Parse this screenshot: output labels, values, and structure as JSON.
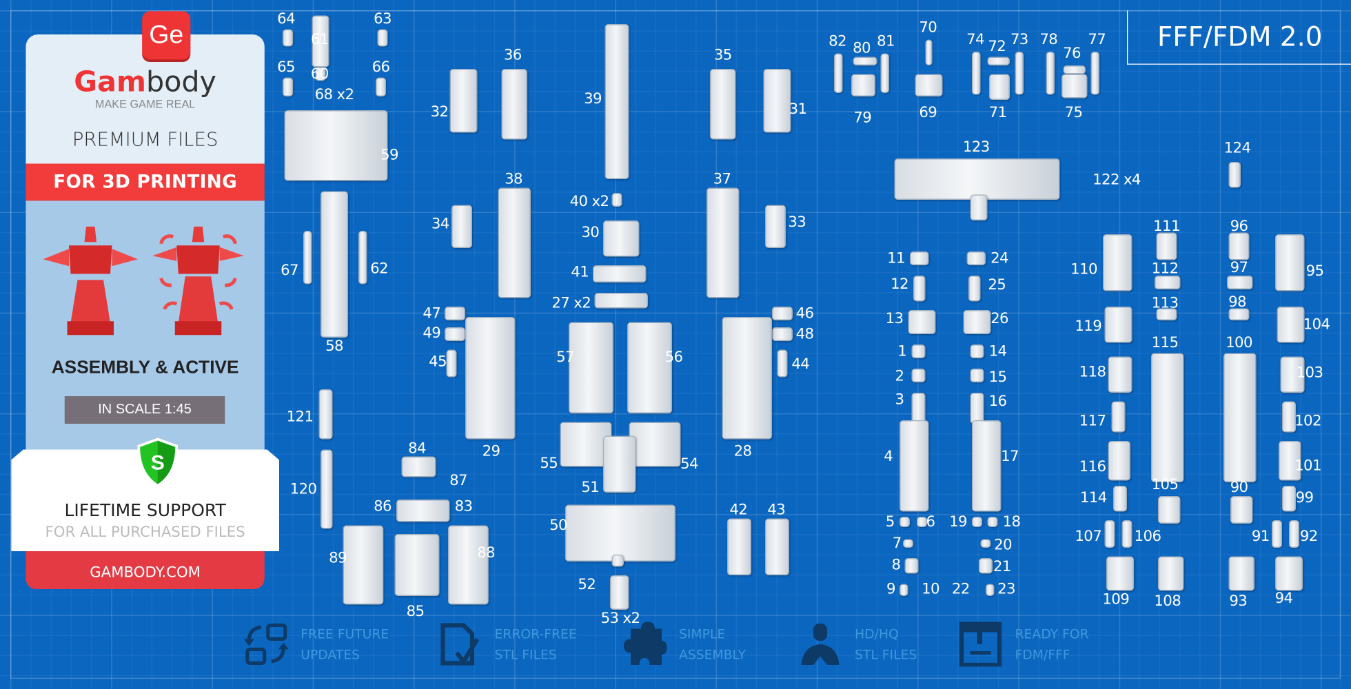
{
  "card": {
    "logo_text": "Ge",
    "brand_red": "Gam",
    "brand_dark": "body",
    "tagline": "MAKE GAME REAL",
    "premium": "PREMIUM FILES",
    "printing": "FOR 3D PRINTING",
    "assembly": "ASSEMBLY & ACTIVE",
    "scale": "IN SCALE 1:45",
    "shield_letter": "S",
    "lifetime": "LIFETIME SUPPORT",
    "for_all": "FOR ALL PURCHASED FILES",
    "website": "GAMBODY.COM"
  },
  "badge": "FFF/FDM 2.0",
  "features": [
    {
      "icon": "refresh-icon",
      "line1": "FREE FUTURE",
      "line2": "UPDATES"
    },
    {
      "icon": "file-check-icon",
      "line1": "ERROR-FREE",
      "line2": "STL FILES"
    },
    {
      "icon": "puzzle-icon",
      "line1": "SIMPLE",
      "line2": "ASSEMBLY"
    },
    {
      "icon": "figure-icon",
      "line1": "HD/HQ",
      "line2": "STL FILES"
    },
    {
      "icon": "printer-icon",
      "line1": "READY FOR",
      "line2": "FDM/FFF"
    }
  ],
  "part_labels": [
    "64",
    "63",
    "61",
    "65",
    "66",
    "60",
    "68 x2",
    "59",
    "67",
    "62",
    "58",
    "121",
    "120",
    "84",
    "87",
    "86",
    "83",
    "89",
    "88",
    "85",
    "36",
    "32",
    "39",
    "35",
    "31",
    "38",
    "37",
    "40 x2",
    "30",
    "34",
    "33",
    "41",
    "27 x2",
    "47",
    "49",
    "45",
    "46",
    "48",
    "44",
    "57",
    "56",
    "29",
    "28",
    "55",
    "54",
    "51",
    "50",
    "52",
    "53 x2",
    "42",
    "43",
    "82",
    "80",
    "81",
    "70",
    "79",
    "69",
    "74",
    "72",
    "73",
    "71",
    "78",
    "76",
    "77",
    "75",
    "123",
    "122 x4",
    "124",
    "11",
    "24",
    "12",
    "25",
    "13",
    "26",
    "1",
    "14",
    "2",
    "15",
    "3",
    "16",
    "4",
    "17",
    "5",
    "6",
    "19",
    "18",
    "7",
    "20",
    "8",
    "21",
    "9",
    "10",
    "22",
    "23",
    "111",
    "96",
    "110",
    "112",
    "97",
    "95",
    "113",
    "98",
    "119",
    "104",
    "115",
    "100",
    "118",
    "103",
    "117",
    "102",
    "116",
    "101",
    "105",
    "90",
    "114",
    "99",
    "107",
    "106",
    "91",
    "92",
    "109",
    "108",
    "93",
    "94"
  ],
  "colors": {
    "background": "#0b66c0",
    "brand_red": "#ee3434",
    "support_green": "#1fb51f"
  }
}
